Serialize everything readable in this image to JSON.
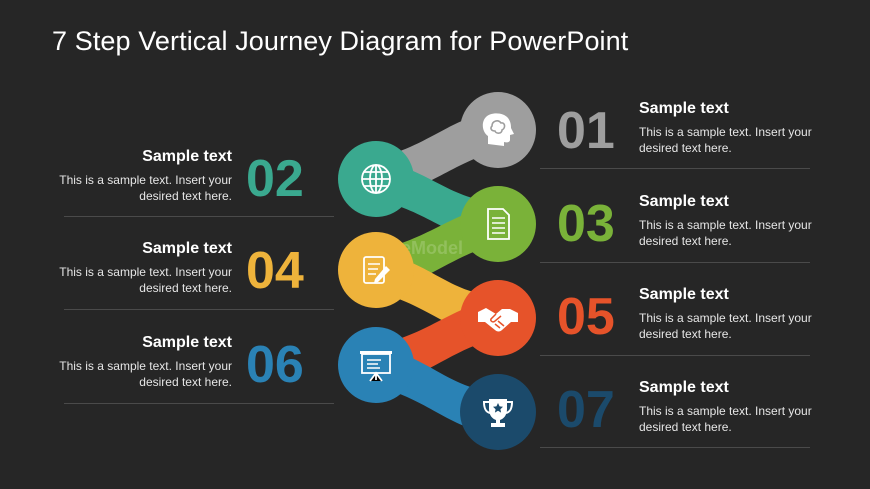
{
  "title": "7 Step Vertical Journey Diagram for PowerPoint",
  "watermark": "SlideModel",
  "steps": [
    {
      "num": "01",
      "heading": "Sample text",
      "text": "This is a sample text.  Insert your desired text here.",
      "color": "#9e9e9e",
      "icon": "head-icon"
    },
    {
      "num": "02",
      "heading": "Sample text",
      "text": "This is a sample text.  Insert your desired text here.",
      "color": "#3aa98f",
      "icon": "globe-icon"
    },
    {
      "num": "03",
      "heading": "Sample text",
      "text": "This is a sample text.  Insert your desired text here.",
      "color": "#7ab239",
      "icon": "document-icon"
    },
    {
      "num": "04",
      "heading": "Sample text",
      "text": "This is a sample text.  Insert your desired text here.",
      "color": "#eeb33b",
      "icon": "notepad-pencil-icon"
    },
    {
      "num": "05",
      "heading": "Sample text",
      "text": "This is a sample text.  Insert your desired text here.",
      "color": "#e6532a",
      "icon": "handshake-icon"
    },
    {
      "num": "06",
      "heading": "Sample text",
      "text": "This is a sample text.  Insert your desired text here.",
      "color": "#2a82b5",
      "icon": "presentation-board-icon"
    },
    {
      "num": "07",
      "heading": "Sample text",
      "text": "This is a sample text.  Insert your desired text here.",
      "color": "#1b4a6b",
      "icon": "trophy-icon"
    }
  ]
}
